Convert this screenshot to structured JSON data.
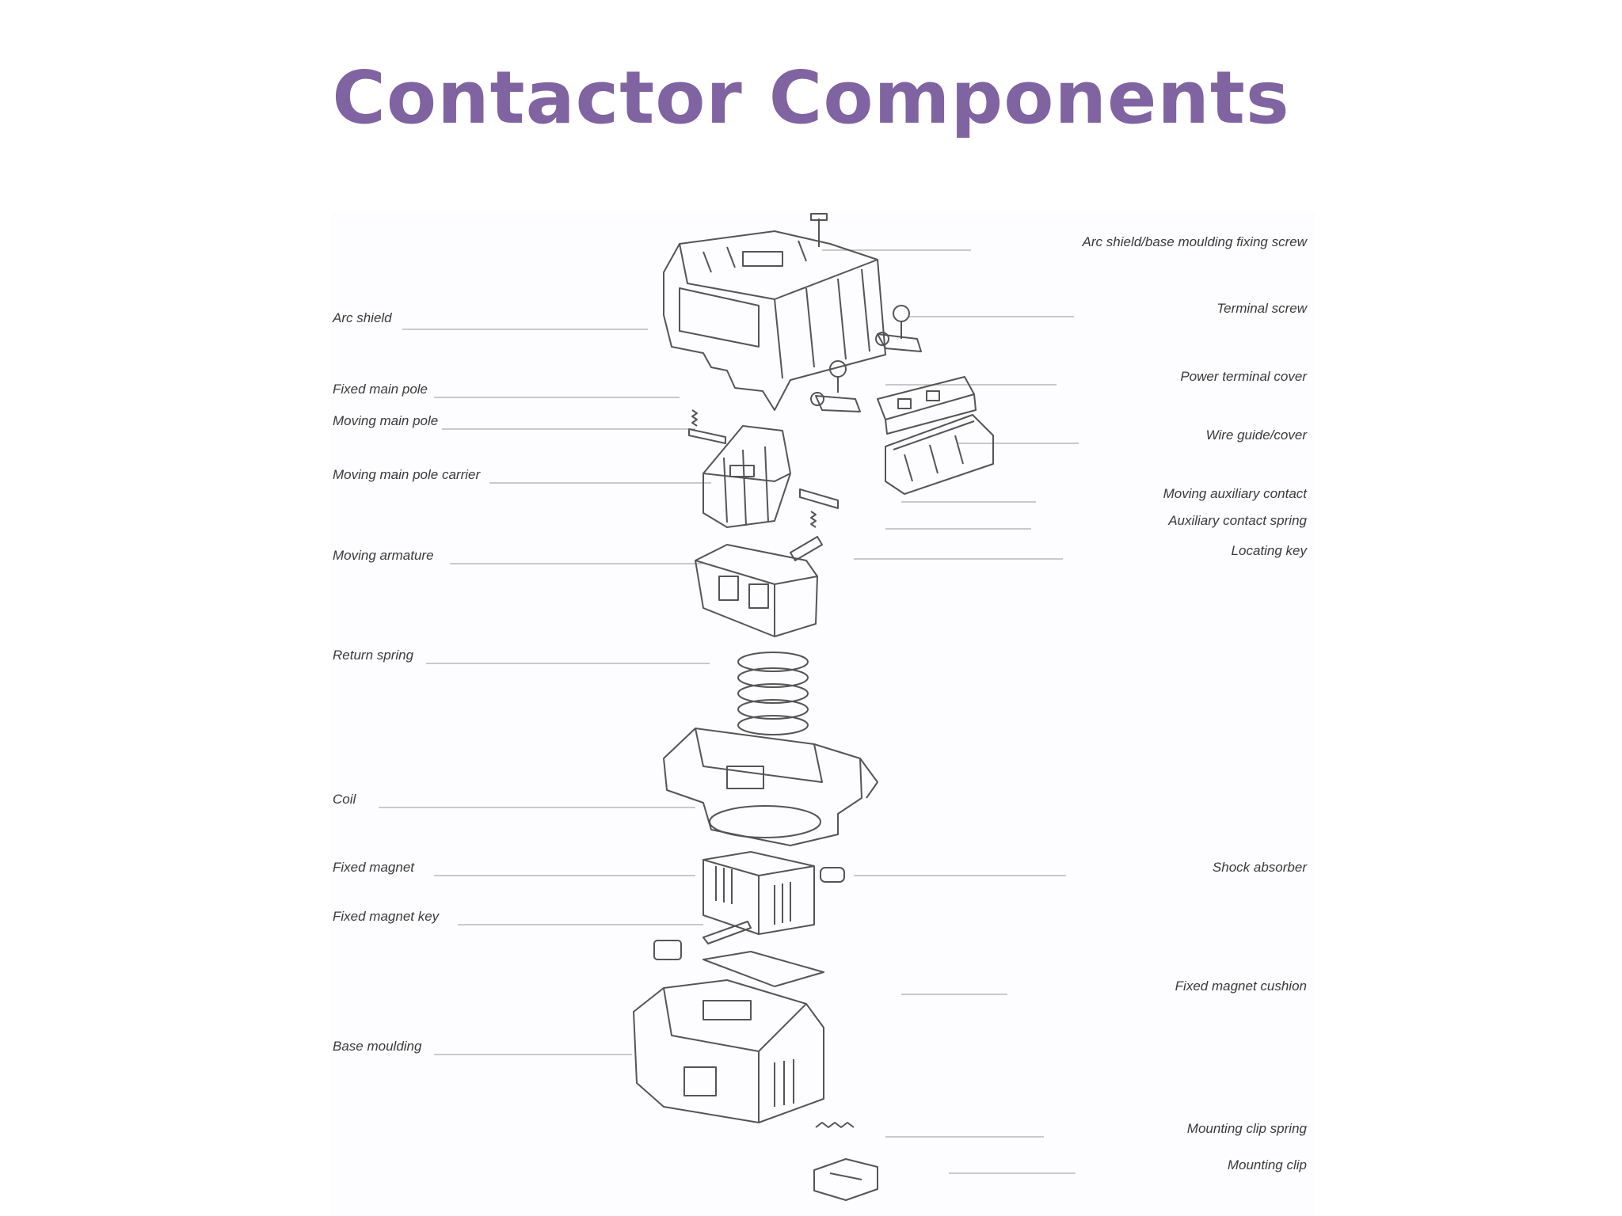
{
  "title": "Contactor Components",
  "figure": {
    "left_labels": [
      "Arc shield",
      "Fixed main pole",
      "Moving main pole",
      "Moving main pole carrier",
      "Moving armature",
      "Return spring",
      "Coil",
      "Fixed magnet",
      "Fixed magnet key",
      "Base moulding"
    ],
    "right_labels": [
      "Arc shield/base moulding fixing screw",
      "Terminal screw",
      "Power terminal cover",
      "Wire guide/cover",
      "Moving auxiliary contact",
      "Auxiliary contact spring",
      "Locating key",
      "Shock absorber",
      "Fixed magnet cushion",
      "Mounting clip spring",
      "Mounting clip"
    ]
  },
  "colors": {
    "title": "#8064a2",
    "line": "#555555"
  }
}
